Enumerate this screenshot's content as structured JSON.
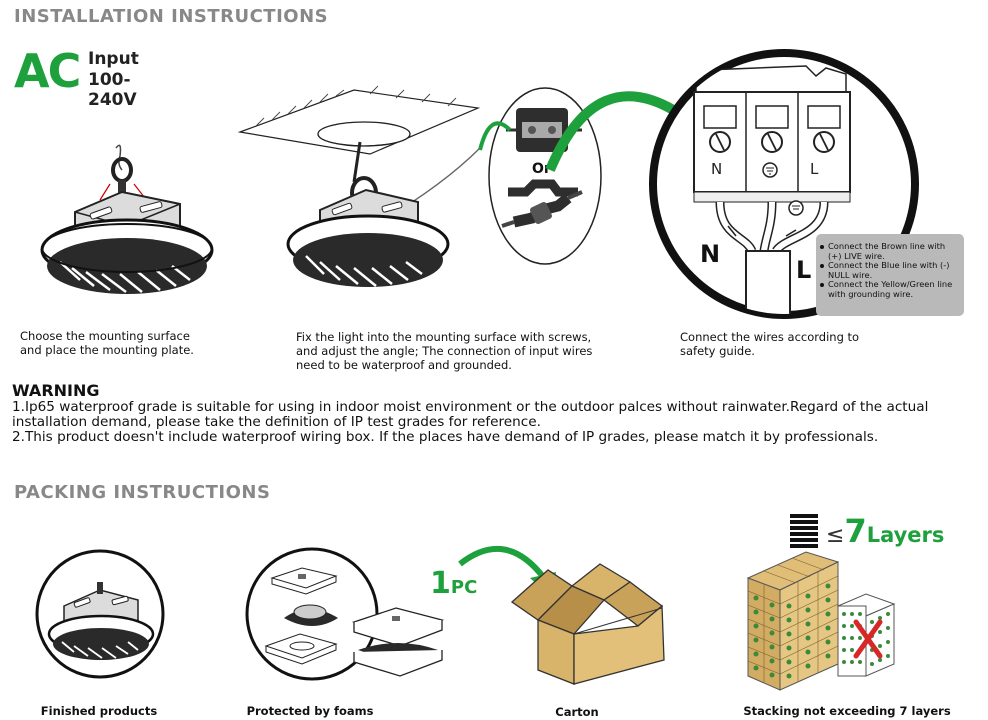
{
  "installation": {
    "title": "INSTALLATION INSTRUCTIONS",
    "ac": {
      "big": "AC",
      "label": "Input",
      "range": "100-240V"
    },
    "or_label": "Or",
    "terminals": {
      "n": "N",
      "l": "L",
      "wire_n": "N",
      "wire_l": "L"
    },
    "notes": [
      "Connect the Brown line with (+) LIVE wire.",
      "Connect the Blue line with (-) NULL wire.",
      "Connect the Yellow/Green line with grounding wire."
    ],
    "steps": [
      {
        "caption_lines": [
          "Choose the mounting surface",
          "and place the mounting plate."
        ]
      },
      {
        "caption_lines": [
          "Fix the light into the mounting surface with screws,",
          "and adjust the angle; The connection of input wires",
          "need to be waterproof and grounded."
        ]
      },
      {
        "caption_lines": [
          "Connect the wires according to",
          "safety guide."
        ]
      }
    ]
  },
  "warning": {
    "title": "WARNING",
    "lines": [
      "1.Ip65 waterproof grade is suitable for using in indoor moist environment or the outdoor palces without rainwater.Regard of the actual",
      "installation demand,     please take the definition of IP test grades for reference.",
      "2.This product doesn't include waterproof wiring box. If the places have demand of IP grades, please match it by professionals."
    ]
  },
  "packing": {
    "title": "PACKING INSTRUCTIONS",
    "qty_big": "1",
    "qty_small": "PC",
    "layers_symbol": "≤",
    "layers_num": "7",
    "layers_label": "Layers",
    "items": [
      {
        "label": "Finished products"
      },
      {
        "label": "Protected by foams"
      },
      {
        "label": "Carton"
      },
      {
        "label": "Stacking not exceeding 7 layers"
      }
    ]
  },
  "colors": {
    "accent_green": "#1ea03c",
    "title_gray": "#888888",
    "carton": "#d7b46a",
    "cross_red": "#d62828"
  }
}
